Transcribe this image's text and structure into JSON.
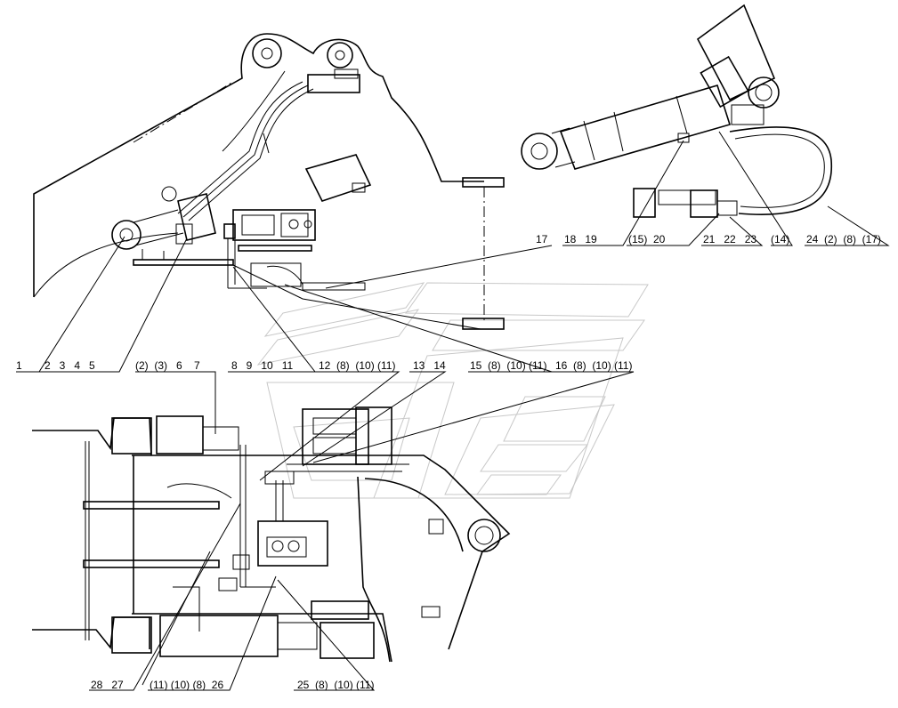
{
  "callouts": {
    "c1": "1",
    "c2_5": "2   3   4   5",
    "c6_7": "(2)  (3)   6    7",
    "c8_11": "8   9   10   11",
    "c12": "12  (8)  (10) (11)",
    "c13_14": "13   14",
    "c15": "15  (8)  (10) (11)",
    "c16": "16  (8)  (10) (11)",
    "c17": "17",
    "c18_19": "18   19",
    "c20": "(15)  20",
    "c21_23": "21   22   23",
    "c14p": "(14)",
    "c24": "24  (2)  (8)  (17)",
    "c28_27": "28   27",
    "c26": "(11) (10) (8)  26",
    "c25": "25  (8)  (10) (11)"
  },
  "colors": {
    "line": "#000000",
    "watermark": "#c8c8c8",
    "background": "#ffffff"
  }
}
